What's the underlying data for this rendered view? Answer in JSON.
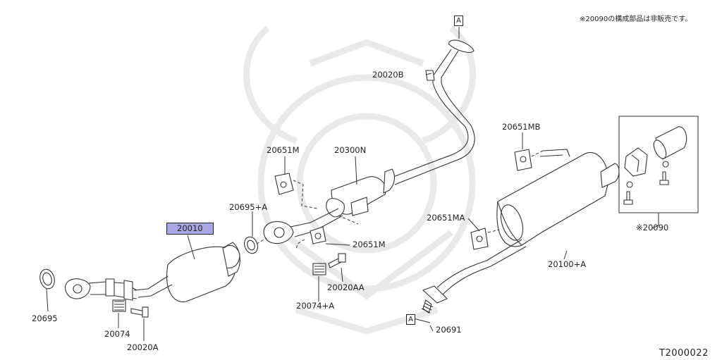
{
  "note": "※20090の構成部品は非販売です。",
  "diagram_code": "T2000022",
  "box_marker": "A",
  "highlighted_part": "20010",
  "labels": {
    "p20020b": "20020B",
    "p20651mb": "20651MB",
    "p20651m_top": "20651M",
    "p20300n": "20300N",
    "p20695a": "20695+A",
    "p20651ma": "20651MA",
    "p20090": "※20090",
    "p20651m_bottom": "20651M",
    "p20100a": "20100+A",
    "p20020aa": "20020AA",
    "p20074a": "20074+A",
    "p20695": "20695",
    "p20074": "20074",
    "p20020a": "20020A",
    "p20691": "20691"
  }
}
